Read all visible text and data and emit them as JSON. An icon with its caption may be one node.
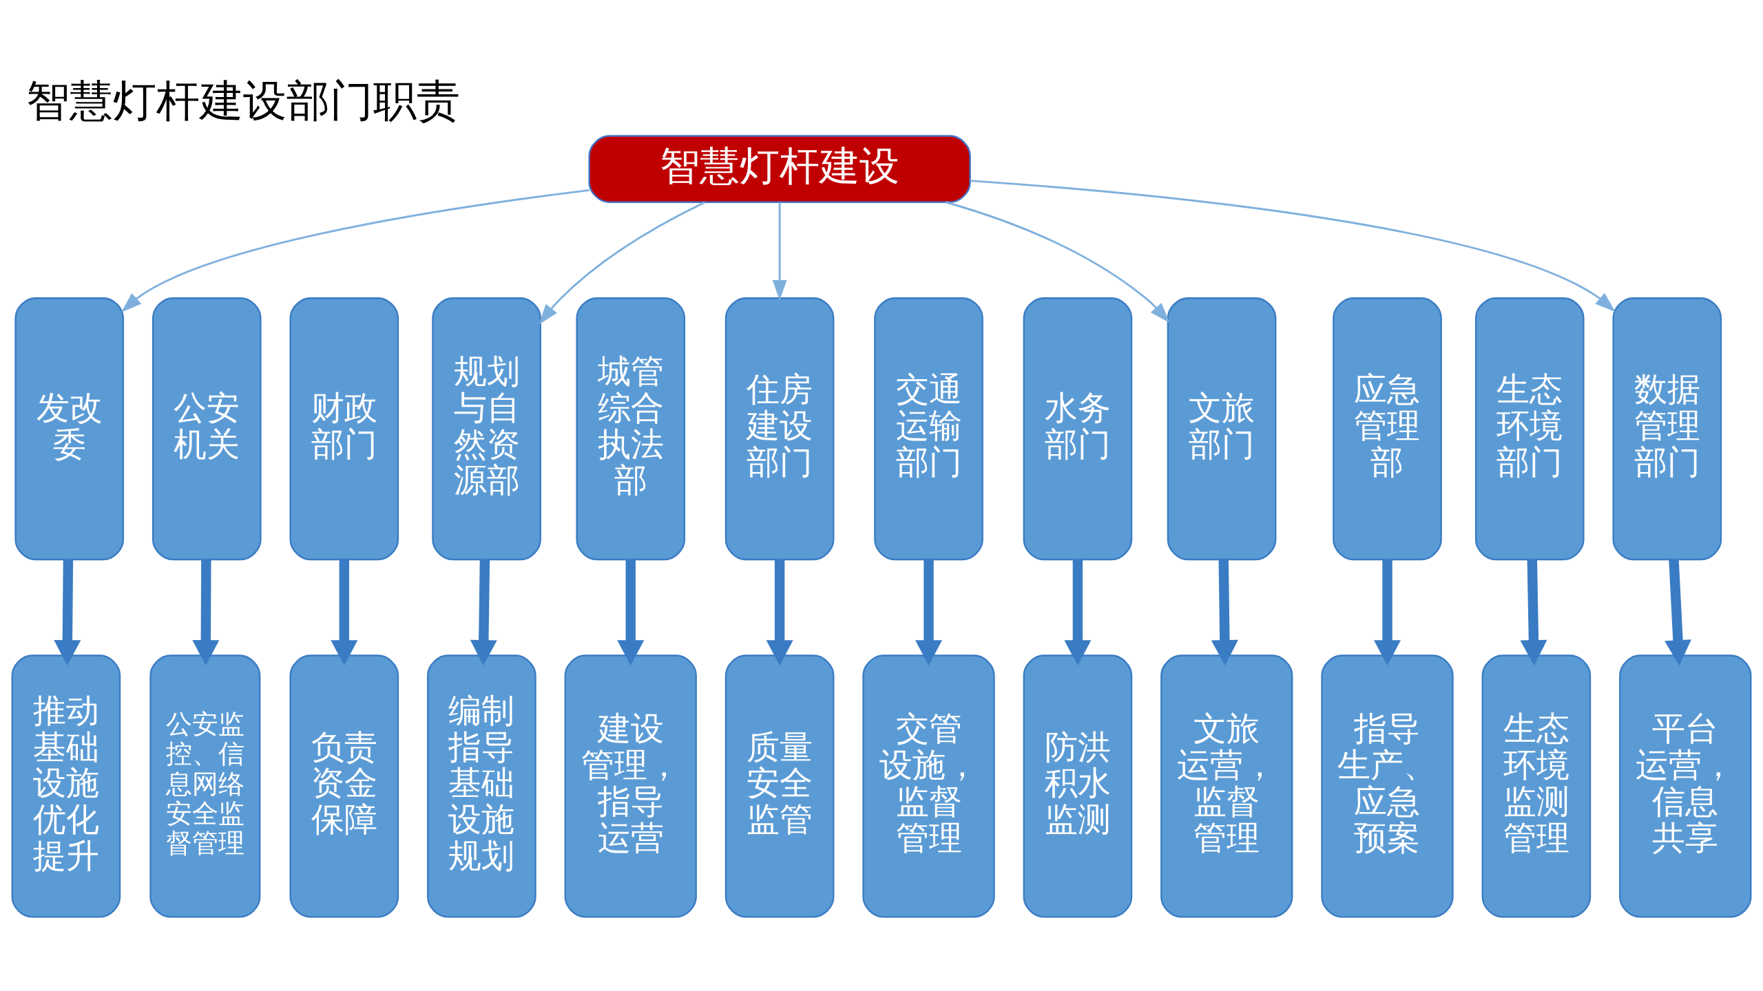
{
  "diagram": {
    "title": "智慧灯杆建设部门职责",
    "nodes": [
      {
        "text": [
          "智慧灯杆建设"
        ]
      },
      {
        "text": [
          "发改委"
        ]
      },
      {
        "text": [
          "公安机关"
        ]
      },
      {
        "text": [
          "财政部门"
        ]
      },
      {
        "text": [
          "规划与自然资源部"
        ]
      },
      {
        "text": [
          "城管综合执法部"
        ]
      },
      {
        "text": [
          "住房建设部门"
        ]
      },
      {
        "text": [
          "交通运输部门"
        ]
      },
      {
        "text": [
          "水务部门"
        ]
      },
      {
        "text": [
          "文旅部门"
        ]
      },
      {
        "text": [
          "应急管理部"
        ]
      },
      {
        "text": [
          "生态环境部门"
        ]
      },
      {
        "text": [
          "数据管理部门"
        ]
      },
      {
        "text": [
          "推动基础设施优化提升"
        ]
      },
      {
        "text": [
          "公安监控、信息网络安全监督管理"
        ]
      },
      {
        "text": [
          "负责资金保障"
        ]
      },
      {
        "text": [
          "编制指导基础设施规划"
        ]
      },
      {
        "text": [
          "建设管理，指导运营"
        ]
      },
      {
        "text": [
          "质量安全监管"
        ]
      },
      {
        "text": [
          "交管设施，监督管理"
        ]
      },
      {
        "text": [
          "防洪积水监测"
        ]
      },
      {
        "text": [
          "文旅运营，监督管理"
        ]
      },
      {
        "text": [
          "指导生产、应急预案"
        ]
      },
      {
        "text": [
          "生态环境监测管理"
        ]
      },
      {
        "text": [
          "平台运营，信息共享"
        ]
      }
    ],
    "edges": [
      {
        "from": 0,
        "to": 1,
        "arrow": "to",
        "color": "#7fb0dd"
      },
      {
        "from": 0,
        "to": 4,
        "arrow": "to",
        "color": "#7fb0dd"
      },
      {
        "from": 0,
        "to": 6,
        "arrow": "to",
        "color": "#7fb0dd"
      },
      {
        "from": 0,
        "to": 9,
        "arrow": "to",
        "color": "#7fb0dd"
      },
      {
        "from": 0,
        "to": 12,
        "arrow": "to",
        "color": "#7fb0dd"
      },
      {
        "from": 1,
        "to": 13,
        "arrow": "to"
      },
      {
        "from": 2,
        "to": 14,
        "arrow": "to"
      },
      {
        "from": 3,
        "to": 15,
        "arrow": "to"
      },
      {
        "from": 4,
        "to": 16,
        "arrow": "to"
      },
      {
        "from": 5,
        "to": 17,
        "arrow": "to"
      },
      {
        "from": 6,
        "to": 18,
        "arrow": "to"
      },
      {
        "from": 7,
        "to": 19,
        "arrow": "to"
      },
      {
        "from": 8,
        "to": 20,
        "arrow": "to"
      },
      {
        "from": 9,
        "to": 21,
        "arrow": "to"
      },
      {
        "from": 10,
        "to": 22,
        "arrow": "to"
      },
      {
        "from": 11,
        "to": 23,
        "arrow": "to"
      },
      {
        "from": 12,
        "to": 24,
        "arrow": "to"
      }
    ]
  }
}
